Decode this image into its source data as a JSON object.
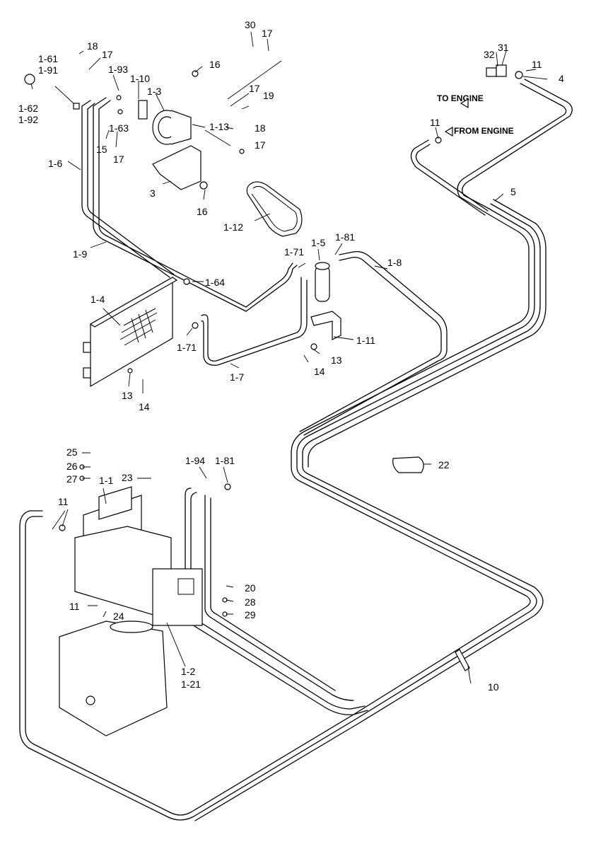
{
  "labels": {
    "l30": "30",
    "l17a": "17",
    "l18a": "18",
    "l1_61": "1-61",
    "l1_91": "1-91",
    "l17b": "17",
    "l1_93": "1-93",
    "l1_10": "1-10",
    "l1_3": "1-3",
    "l16a": "16",
    "l17c": "17",
    "l19": "19",
    "l1_62": "1-62",
    "l1_92": "1-92",
    "l1_63": "1-63",
    "l1_13": "1-13",
    "l18b": "18",
    "l15": "15",
    "l17d": "17",
    "l17e": "17",
    "l1_6": "1-6",
    "l3": "3",
    "l16b": "16",
    "l1_12": "1-12",
    "l1_9": "1-9",
    "l1_64": "1-64",
    "l1_4": "1-4",
    "l1_71a": "1-71",
    "l13a": "13",
    "l14a": "14",
    "l1_7": "1-7",
    "l1_71b": "1-71",
    "l1_5": "1-5",
    "l1_81a": "1-81",
    "l1_8": "1-8",
    "l1_11": "1-11",
    "l13b": "13",
    "l14b": "14",
    "l32": "32",
    "l31": "31",
    "l11a": "11",
    "l4": "4",
    "l11b": "11",
    "l5": "5",
    "l22": "22",
    "l25": "25",
    "l26": "26",
    "l27": "27",
    "l23": "23",
    "l1_94": "1-94",
    "l1_81b": "1-81",
    "l11c": "11",
    "l1_1": "1-1",
    "l20": "20",
    "l28": "28",
    "l29": "29",
    "l11d": "11",
    "l24": "24",
    "l1_2": "1-2",
    "l1_21": "1-21",
    "l10": "10"
  },
  "notes": {
    "to_engine": "TO ENGINE",
    "from_engine": "FROM ENGINE"
  }
}
